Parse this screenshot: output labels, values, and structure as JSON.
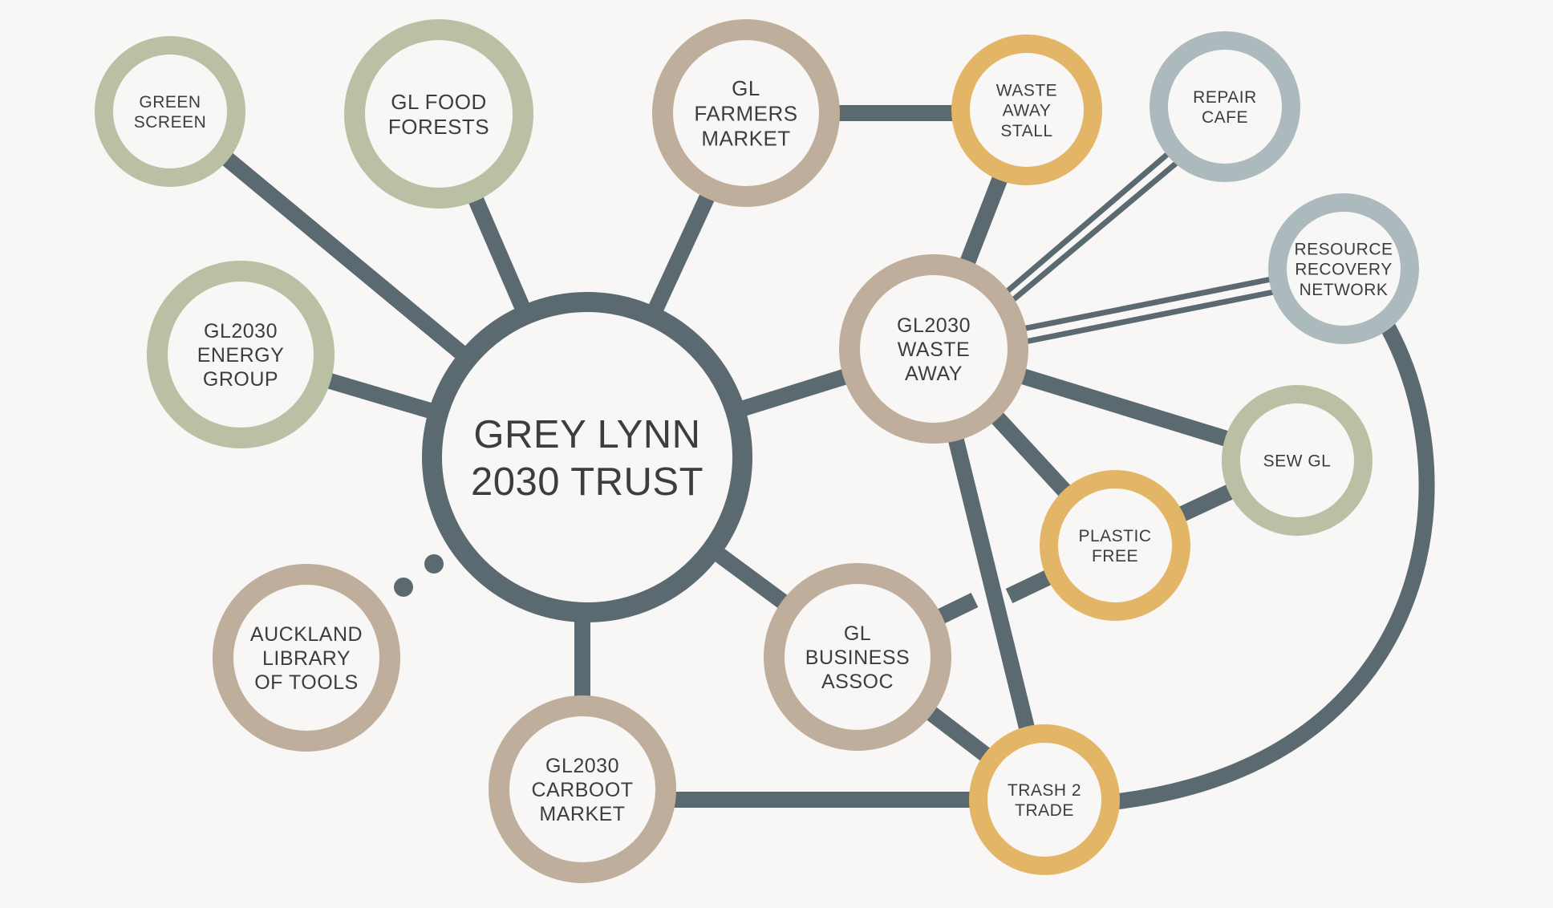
{
  "colors": {
    "background": "#f8f7f5",
    "connector": "#5b6970",
    "node_fill": "#f8f7f5",
    "text": "#3d3d3d",
    "sage": "#b9c0a4",
    "taupe": "#bfae9b",
    "mustard": "#e3b566",
    "bluegrey": "#adbabd"
  },
  "center": {
    "lines": [
      "GREY LYNN",
      "2030 TRUST"
    ]
  },
  "nodes": [
    {
      "id": "green-screen",
      "lines": [
        "GREEN",
        "SCREEN"
      ],
      "color": "sage"
    },
    {
      "id": "gl-food-forests",
      "lines": [
        "GL FOOD",
        "FORESTS"
      ],
      "color": "sage"
    },
    {
      "id": "gl-farmers-market",
      "lines": [
        "GL",
        "FARMERS",
        "MARKET"
      ],
      "color": "taupe"
    },
    {
      "id": "waste-away-stall",
      "lines": [
        "WASTE",
        "AWAY",
        "STALL"
      ],
      "color": "mustard"
    },
    {
      "id": "repair-cafe",
      "lines": [
        "REPAIR",
        "CAFE"
      ],
      "color": "bluegrey"
    },
    {
      "id": "resource-recovery-network",
      "lines": [
        "RESOURCE",
        "RECOVERY",
        "NETWORK"
      ],
      "color": "bluegrey"
    },
    {
      "id": "gl2030-energy-group",
      "lines": [
        "GL2030",
        "ENERGY",
        "GROUP"
      ],
      "color": "sage"
    },
    {
      "id": "gl2030-waste-away",
      "lines": [
        "GL2030",
        "WASTE",
        "AWAY"
      ],
      "color": "taupe"
    },
    {
      "id": "sew-gl",
      "lines": [
        "SEW GL"
      ],
      "color": "sage"
    },
    {
      "id": "plastic-free",
      "lines": [
        "PLASTIC",
        "FREE"
      ],
      "color": "mustard"
    },
    {
      "id": "auckland-library-of-tools",
      "lines": [
        "AUCKLAND",
        "LIBRARY",
        "OF TOOLS"
      ],
      "color": "taupe"
    },
    {
      "id": "gl-business-assoc",
      "lines": [
        "GL",
        "BUSINESS",
        "ASSOC"
      ],
      "color": "taupe"
    },
    {
      "id": "gl2030-carboot-market",
      "lines": [
        "GL2030",
        "CARBOOT",
        "MARKET"
      ],
      "color": "taupe"
    },
    {
      "id": "trash-2-trade",
      "lines": [
        "TRASH 2",
        "TRADE"
      ],
      "color": "mustard"
    }
  ]
}
